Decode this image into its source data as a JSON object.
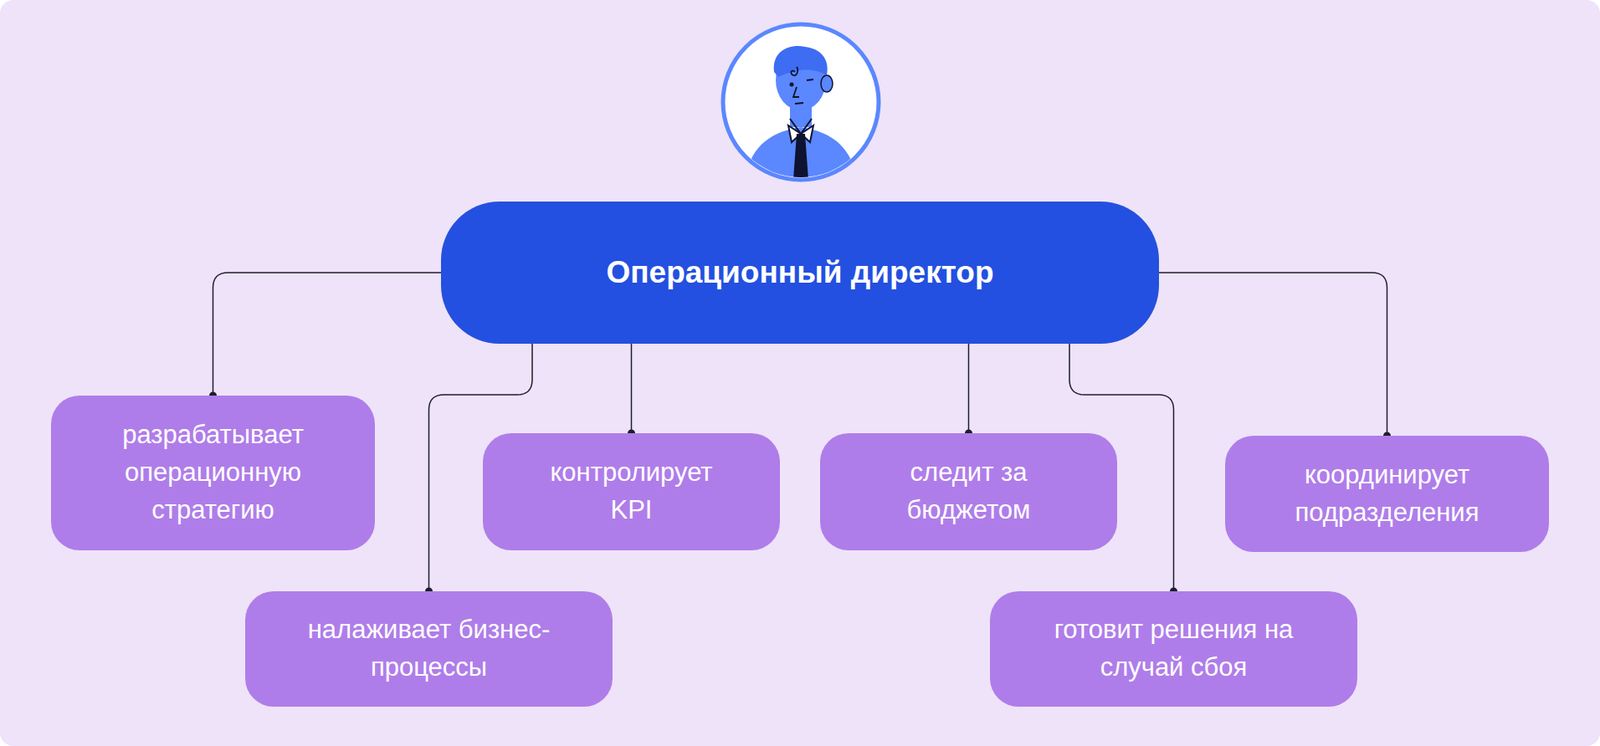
{
  "diagram": {
    "nodes": [
      {
        "text": [
          "Операционный директор"
        ]
      },
      {
        "text": [
          "разрабатывает операционную стратегию"
        ]
      },
      {
        "text": [
          "налаживает бизнес-процессы"
        ]
      },
      {
        "text": [
          "контролирует KPI"
        ]
      },
      {
        "text": [
          "следит за бюджетом"
        ]
      },
      {
        "text": [
          "готовит решения на случай сбоя"
        ]
      },
      {
        "text": [
          "координирует подразделения"
        ]
      }
    ],
    "edges": [
      {
        "from": 0,
        "to": 1,
        "arrow": "none"
      },
      {
        "from": 0,
        "to": 2,
        "arrow": "none"
      },
      {
        "from": 0,
        "to": 3,
        "arrow": "none"
      },
      {
        "from": 0,
        "to": 4,
        "arrow": "none"
      },
      {
        "from": 0,
        "to": 5,
        "arrow": "none"
      },
      {
        "from": 0,
        "to": 6,
        "arrow": "none"
      }
    ]
  }
}
